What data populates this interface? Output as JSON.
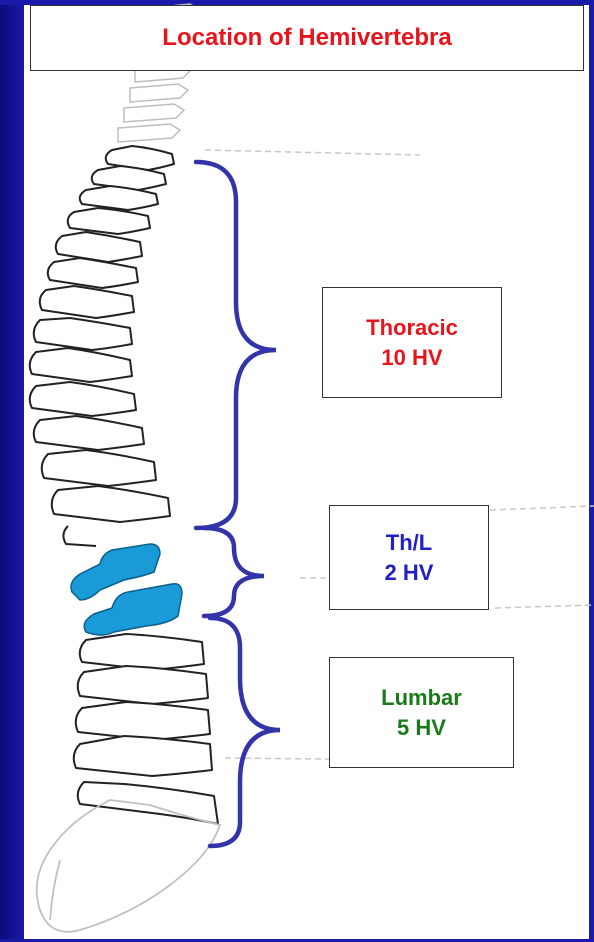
{
  "title": "Location of Hemivertebra",
  "regions": [
    {
      "name": "Thoracic",
      "count": "10 HV",
      "color": "#e8141c"
    },
    {
      "name": "Th/L",
      "count": "2 HV",
      "color": "#2020c8"
    },
    {
      "name": "Lumbar",
      "count": "5 HV",
      "color": "#1a7a1a"
    }
  ],
  "colors": {
    "frame": "#1a1aa8",
    "brace": "#3333aa",
    "hemivertebra": "#1a9ad6",
    "vertebra_outline": "#222222"
  }
}
